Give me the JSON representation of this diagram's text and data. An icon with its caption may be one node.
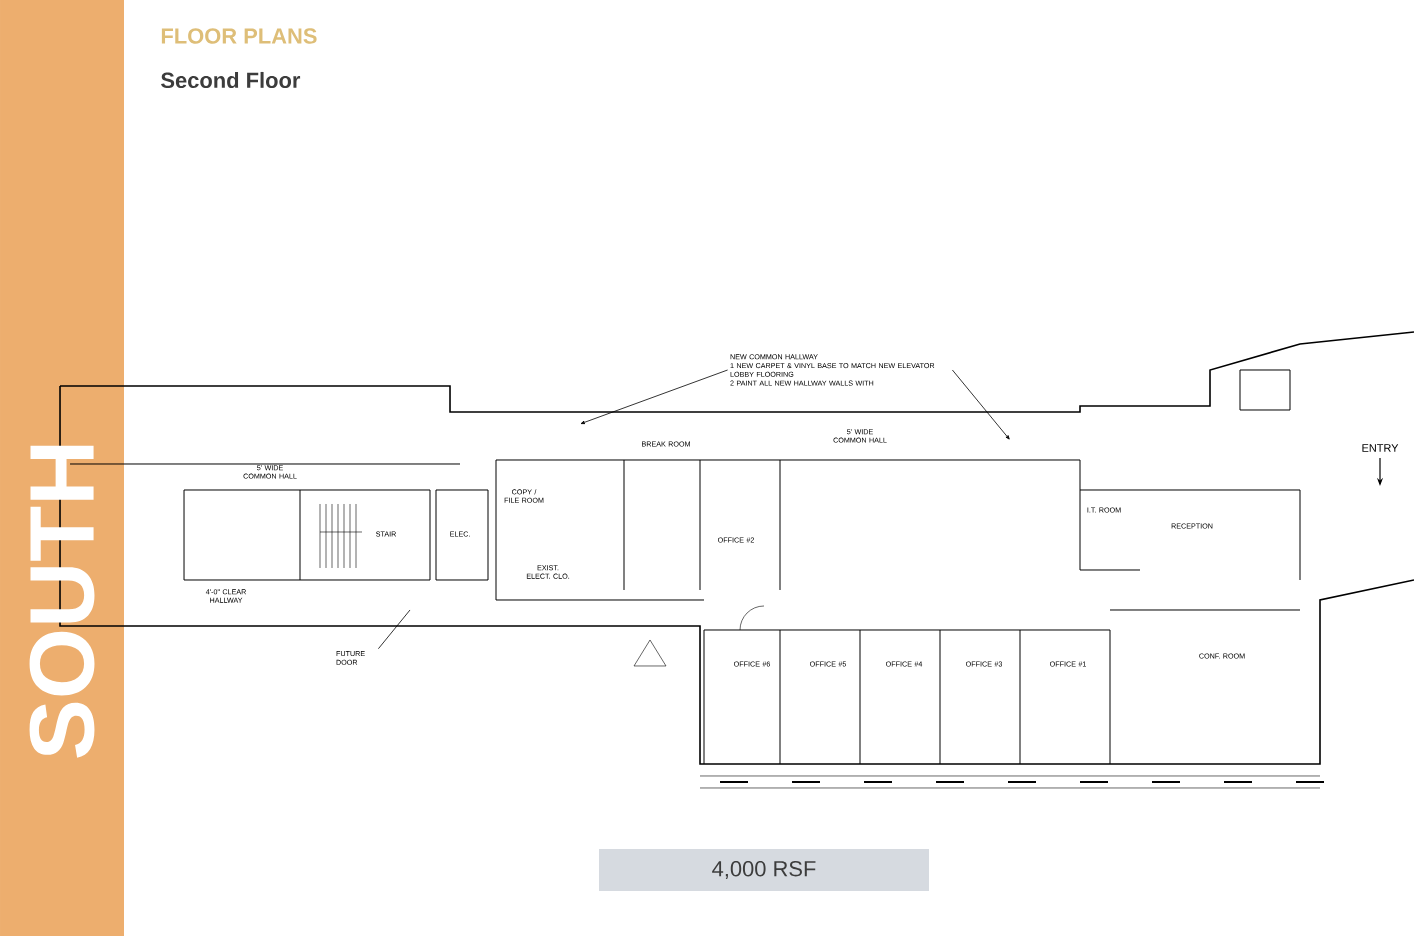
{
  "diagram": {
    "title": "FLOOR PLANS",
    "nodes": [
      {
        "text": [
          "NEW COMMON HALLWAY",
          "1 NEW CARPET & VINYL BASE TO MATCH NEW ELEVATOR LOBBY FLOORING",
          "2 PAINT ALL NEW HALLWAY WALLS WITH"
        ]
      },
      {
        "text": [
          "FUTURE DOOR"
        ]
      }
    ],
    "edges": [
      {
        "from": 0,
        "to": null,
        "arrow": "to"
      },
      {
        "from": 0,
        "to": null,
        "arrow": "to"
      },
      {
        "from": 1,
        "to": null,
        "arrow": "none"
      }
    ],
    "labels": [
      "Second Floor",
      "SOUTH",
      "5' WIDE COMMON HALL",
      "5' WIDE COMMON HALL",
      "STAIR",
      "ELEC.",
      "4'-0\" CLEAR HALLWAY",
      "COPY / FILE ROOM",
      "BREAK ROOM",
      "EXIST. ELECT. CLO.",
      "OFFICE #2",
      "I.T. ROOM",
      "RECEPTION",
      "ENTRY",
      "OFFICE #6",
      "OFFICE #5",
      "OFFICE #4",
      "OFFICE #3",
      "OFFICE #1",
      "CONF. ROOM",
      "4,000 RSF"
    ]
  }
}
